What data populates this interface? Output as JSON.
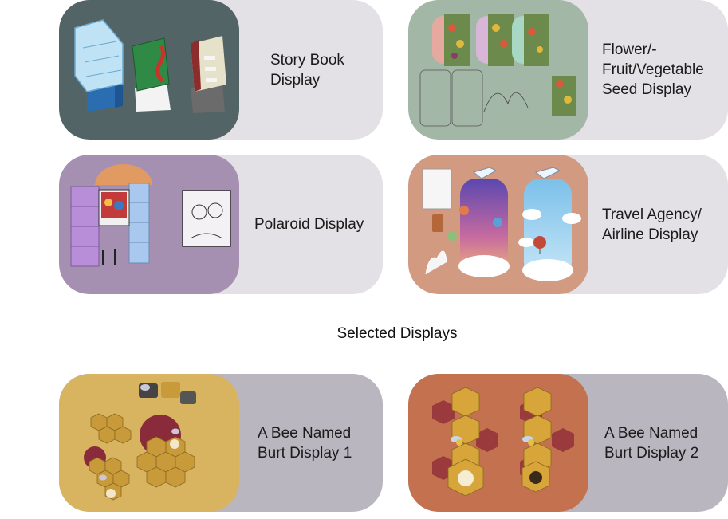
{
  "cards": [
    {
      "label": "Story Book\nDisplay",
      "thumb_color": "#536466",
      "panel_color": "#e3e1e5"
    },
    {
      "label": "Flower/-\nFruit/Vegetable\nSeed Display",
      "thumb_color": "#a3b7a6",
      "panel_color": "#e3e1e5"
    },
    {
      "label": "Polaroid Display",
      "thumb_color": "#a690b1",
      "panel_color": "#e3e1e5"
    },
    {
      "label": "Travel Agency/\nAirline Display",
      "thumb_color": "#d39a82",
      "panel_color": "#e3e1e5"
    },
    {
      "label": "A Bee Named\nBurt Display 1",
      "thumb_color": "#d8b461",
      "panel_color": "#bab6bf"
    },
    {
      "label": "A Bee Named\nBurt Display 2",
      "thumb_color": "#c3714f",
      "panel_color": "#bab6bf"
    }
  ],
  "section": {
    "title": "Selected Displays"
  }
}
